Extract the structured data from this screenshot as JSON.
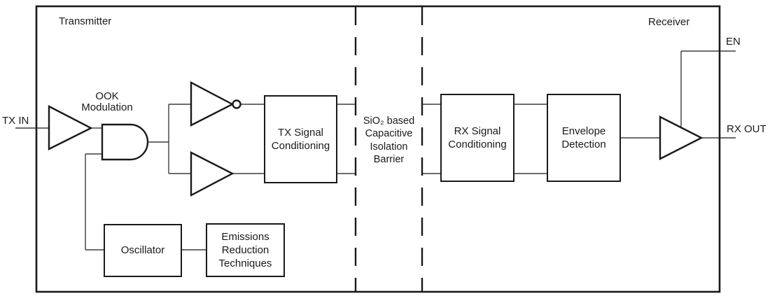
{
  "colors": {
    "ink": "#1a1a1a",
    "wire": "#3d3d3d",
    "bg": "#ffffff"
  },
  "regions": {
    "transmitter": "Transmitter",
    "receiver": "Receiver"
  },
  "ports": {
    "tx_in": "TX IN",
    "en": "EN",
    "rx_out": "RX OUT"
  },
  "annotations": {
    "ook_modulation": "OOK\nModulation",
    "isolation_barrier": "SiO₂ based\nCapacitive\nIsolation\nBarrier"
  },
  "blocks": {
    "tx_signal_conditioning": "TX Signal\nConditioning",
    "rx_signal_conditioning": "RX Signal\nConditioning",
    "envelope_detection": "Envelope\nDetection",
    "oscillator": "Oscillator",
    "emissions_reduction": "Emissions\nReduction\nTechniques"
  }
}
